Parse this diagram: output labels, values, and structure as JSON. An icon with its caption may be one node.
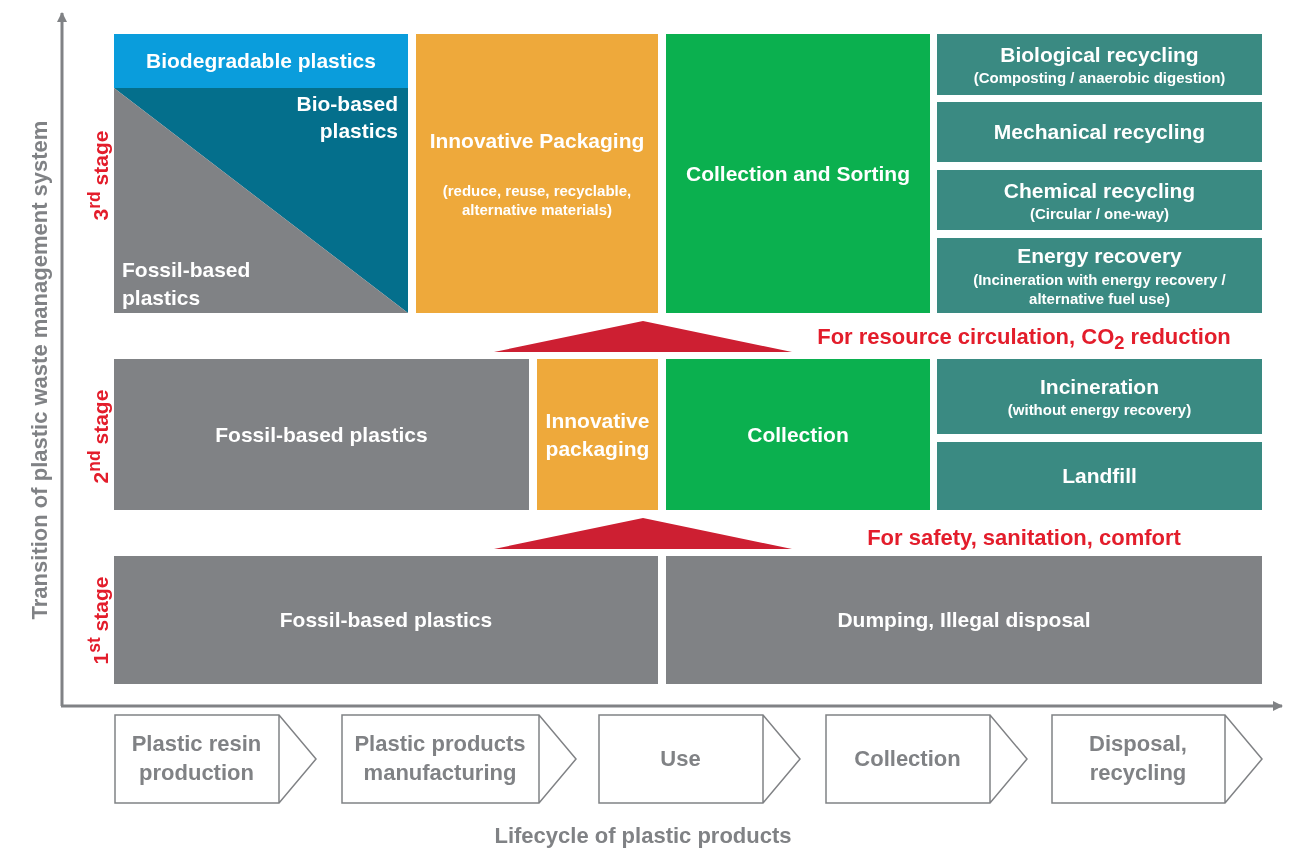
{
  "diagram": {
    "nodes": [
      {
        "text": [
          "Biodegradable plastics"
        ]
      },
      {
        "text": [
          "Bio-based plastics"
        ]
      },
      {
        "text": [
          "Fossil-based plastics"
        ]
      },
      {
        "text": [
          "Innovative Packaging",
          "(reduce, reuse, recyclable, alternative materials)"
        ]
      },
      {
        "text": [
          "Collection and Sorting"
        ]
      },
      {
        "text": [
          "Biological recycling",
          "(Composting / anaerobic digestion)"
        ]
      },
      {
        "text": [
          "Mechanical recycling"
        ]
      },
      {
        "text": [
          "Chemical recycling",
          "(Circular / one-way)"
        ]
      },
      {
        "text": [
          "Energy recovery",
          "(Incineration with energy recovery / alternative fuel use)"
        ]
      },
      {
        "text": [
          "Fossil-based plastics"
        ]
      },
      {
        "text": [
          "Innovative packaging"
        ]
      },
      {
        "text": [
          "Collection"
        ]
      },
      {
        "text": [
          "Incineration",
          "(without energy recovery)"
        ]
      },
      {
        "text": [
          "Landfill"
        ]
      },
      {
        "text": [
          "Fossil-based plastics"
        ]
      },
      {
        "text": [
          "Dumping, Illegal disposal"
        ]
      },
      {
        "text": [
          "Plastic resin production"
        ]
      },
      {
        "text": [
          "Plastic products manufacturing"
        ]
      },
      {
        "text": [
          "Use"
        ]
      },
      {
        "text": [
          "Collection"
        ]
      },
      {
        "text": [
          "Disposal, recycling"
        ]
      },
      {
        "text": [],
        "shape": "triangle"
      },
      {
        "text": [],
        "shape": "triangle"
      }
    ],
    "labels": [
      "Transition of plastic waste management system",
      "3$^{rd}$ stage",
      "For resource circulation, CO$_{2}$ reduction",
      "2$^{nd}$ stage",
      "For safety, sanitation, comfort",
      "1$^{st}$ stage",
      "Lifecycle of plastic products"
    ]
  }
}
